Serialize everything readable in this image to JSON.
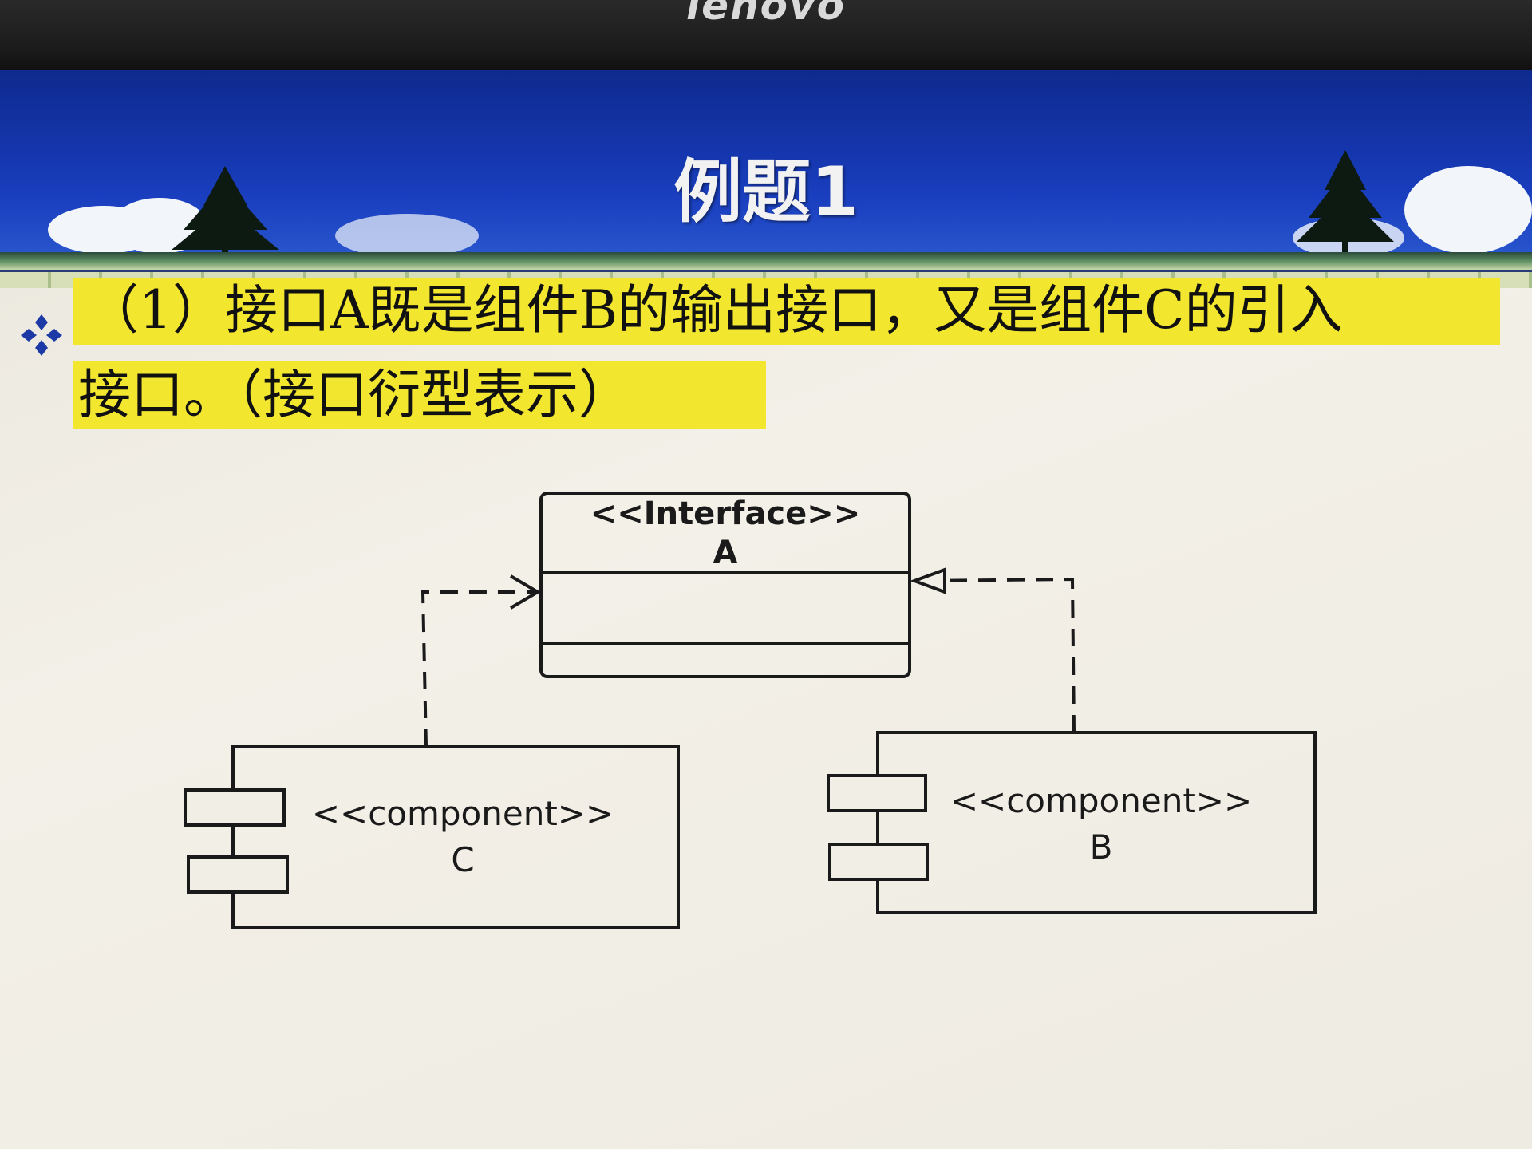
{
  "monitor": {
    "brand": "lenovo"
  },
  "slide": {
    "title": "例题1",
    "bullet_line1": "（1）接口A既是组件B的输出接口，又是组件C的引入",
    "bullet_line2": "接口。（接口衍型表示）"
  },
  "diagram": {
    "interface": {
      "stereotype": "<<Interface>>",
      "name": "A"
    },
    "component_c": {
      "stereotype": "<<component>>",
      "name": "C"
    },
    "component_b": {
      "stereotype": "<<component>>",
      "name": "B"
    }
  },
  "colors": {
    "header_blue": "#1537b0",
    "highlight_yellow": "#f2e62f",
    "bullet_icon": "#1c3aa6",
    "stroke": "#1a1a1a"
  }
}
